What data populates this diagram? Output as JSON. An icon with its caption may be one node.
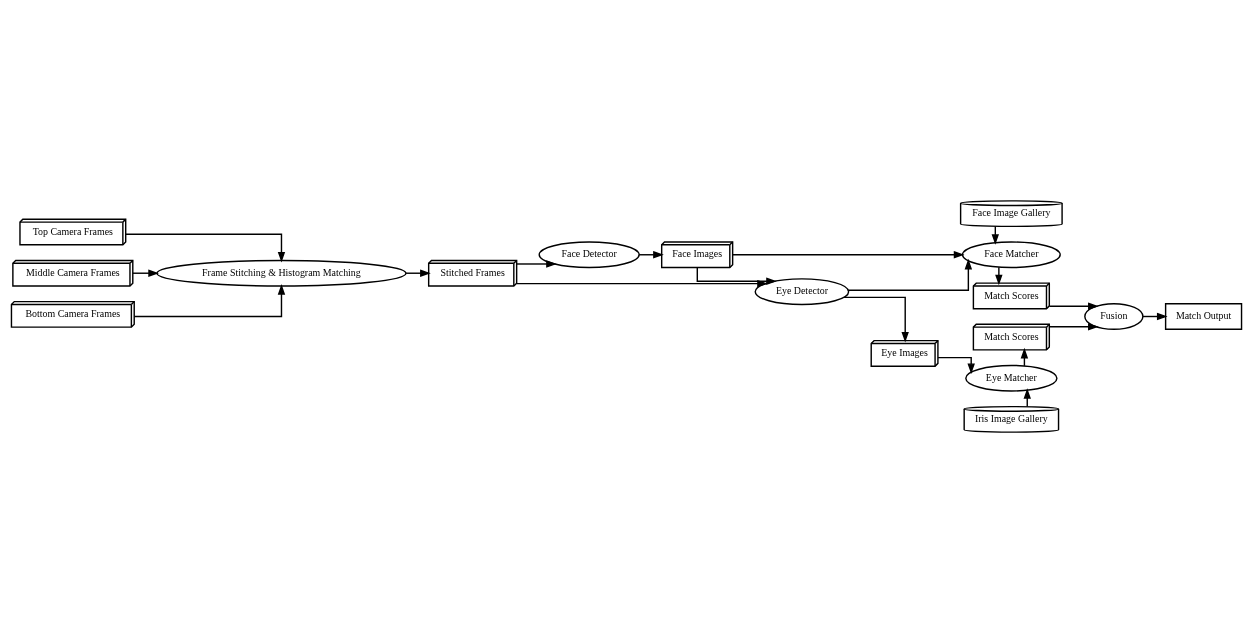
{
  "diagram": {
    "nodes": [
      {
        "text": [
          "Top Camera Frames"
        ]
      },
      {
        "text": [
          "Middle Camera Frames"
        ]
      },
      {
        "text": [
          "Bottom Camera Frames"
        ]
      },
      {
        "text": [
          "Frame Stitching & Histogram Matching"
        ]
      },
      {
        "text": [
          "Stitched Frames"
        ]
      },
      {
        "text": [
          "Face Detector"
        ]
      },
      {
        "text": [
          "Face Images"
        ]
      },
      {
        "text": [
          "Eye Detector"
        ]
      },
      {
        "text": [
          "Eye Images"
        ]
      },
      {
        "text": [
          "Face Image Gallery"
        ]
      },
      {
        "text": [
          "Face Matcher"
        ]
      },
      {
        "text": [
          "Match Scores"
        ]
      },
      {
        "text": [
          "Match Scores"
        ]
      },
      {
        "text": [
          "Eye Matcher"
        ]
      },
      {
        "text": [
          "Iris Image Gallery"
        ]
      },
      {
        "text": [
          "Fusion"
        ]
      },
      {
        "text": [
          "Match Output"
        ]
      }
    ],
    "edges": [
      {
        "from": 0,
        "to": 3,
        "arrow": "to"
      },
      {
        "from": 1,
        "to": 3,
        "arrow": "to"
      },
      {
        "from": 2,
        "to": 3,
        "arrow": "to"
      },
      {
        "from": 3,
        "to": 4,
        "arrow": "to"
      },
      {
        "from": 4,
        "to": 5,
        "arrow": "to"
      },
      {
        "from": 4,
        "to": 7,
        "arrow": "to"
      },
      {
        "from": 5,
        "to": 6,
        "arrow": "to"
      },
      {
        "from": 6,
        "to": 7,
        "arrow": "to"
      },
      {
        "from": 6,
        "to": 10,
        "arrow": "to"
      },
      {
        "from": 7,
        "to": 10,
        "arrow": "to"
      },
      {
        "from": 7,
        "to": 8,
        "arrow": "to"
      },
      {
        "from": 8,
        "to": 13,
        "arrow": "to"
      },
      {
        "from": 9,
        "to": 10,
        "arrow": "to"
      },
      {
        "from": 10,
        "to": 11,
        "arrow": "to"
      },
      {
        "from": 13,
        "to": 12,
        "arrow": "to"
      },
      {
        "from": 14,
        "to": 13,
        "arrow": "to"
      },
      {
        "from": 11,
        "to": 15,
        "arrow": "to"
      },
      {
        "from": 12,
        "to": 15,
        "arrow": "to"
      },
      {
        "from": 15,
        "to": 16,
        "arrow": "to"
      }
    ]
  }
}
